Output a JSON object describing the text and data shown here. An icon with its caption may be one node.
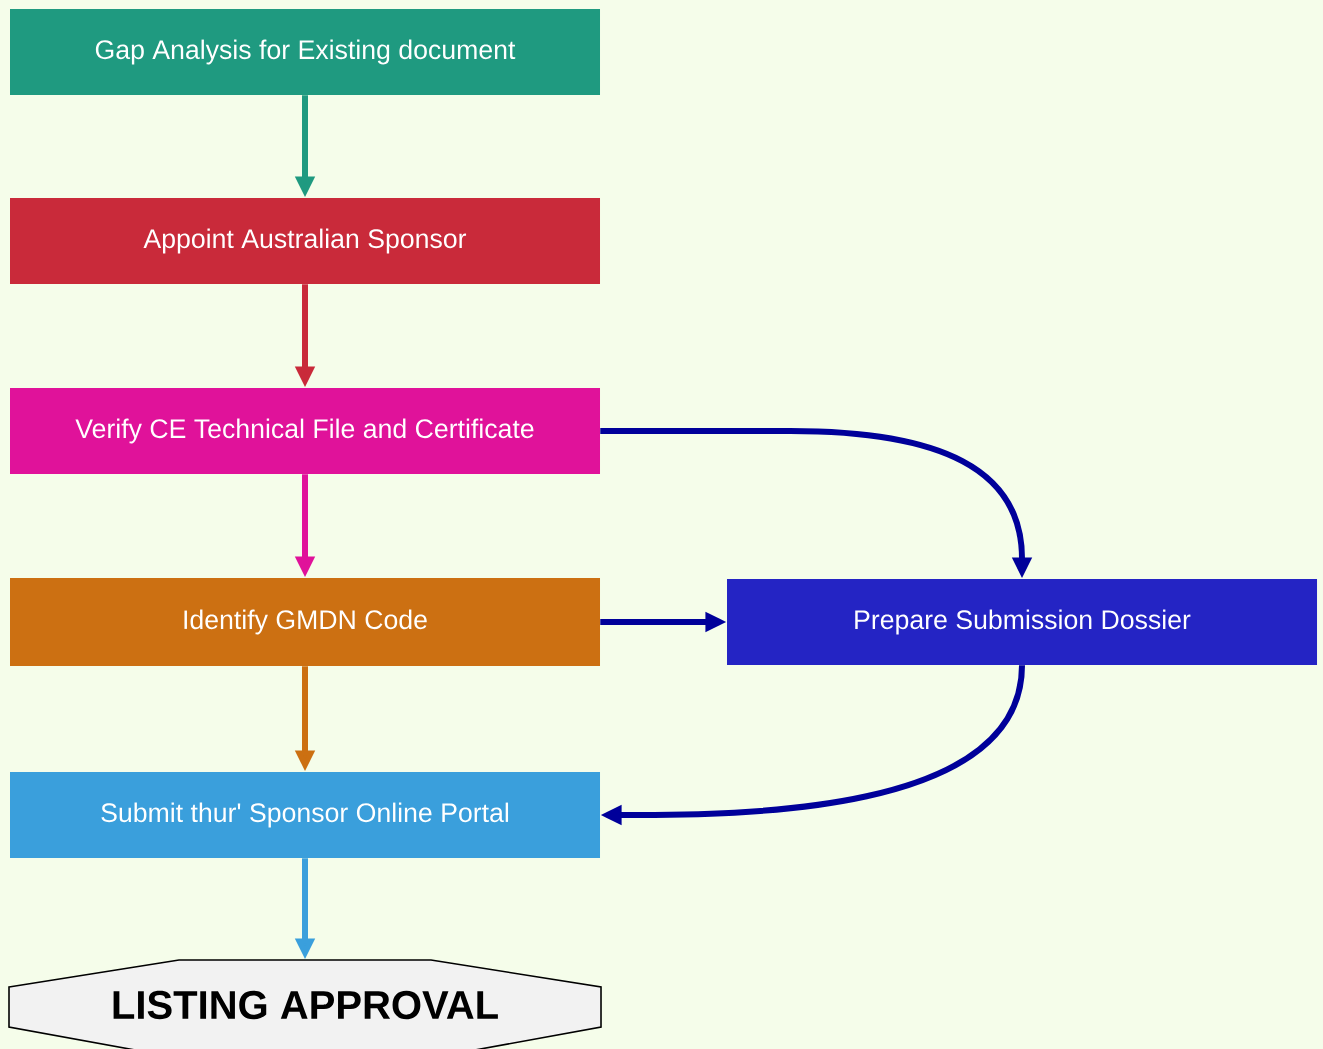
{
  "diagram": {
    "nodes": [
      {
        "text": [
          "Gap Analysis for Existing document"
        ]
      },
      {
        "text": [
          "Appoint Australian Sponsor"
        ]
      },
      {
        "text": [
          "Verify CE Technical File and Certificate"
        ]
      },
      {
        "text": [
          "Identify GMDN Code"
        ]
      },
      {
        "text": [
          "Prepare Submission Dossier"
        ]
      },
      {
        "text": [
          "Submit thur' Sponsor Online Portal"
        ]
      },
      {
        "text": [
          "LISTING APPROVAL"
        ]
      }
    ],
    "edges": [
      {
        "from": 0,
        "to": 1,
        "arrow": "to",
        "color": "#1f9a80"
      },
      {
        "from": 1,
        "to": 2,
        "arrow": "to",
        "color": "#c92a3a"
      },
      {
        "from": 2,
        "to": 3,
        "arrow": "to",
        "color": "#e0129a"
      },
      {
        "from": 2,
        "to": 4,
        "arrow": "to",
        "color": "#00009a"
      },
      {
        "from": 3,
        "to": 4,
        "arrow": "to",
        "color": "#00009a"
      },
      {
        "from": 3,
        "to": 5,
        "arrow": "to",
        "color": "#cc7012"
      },
      {
        "from": 4,
        "to": 5,
        "arrow": "to",
        "color": "#00009a"
      },
      {
        "from": 5,
        "to": 6,
        "arrow": "to",
        "color": "#3a9fdc"
      }
    ]
  }
}
